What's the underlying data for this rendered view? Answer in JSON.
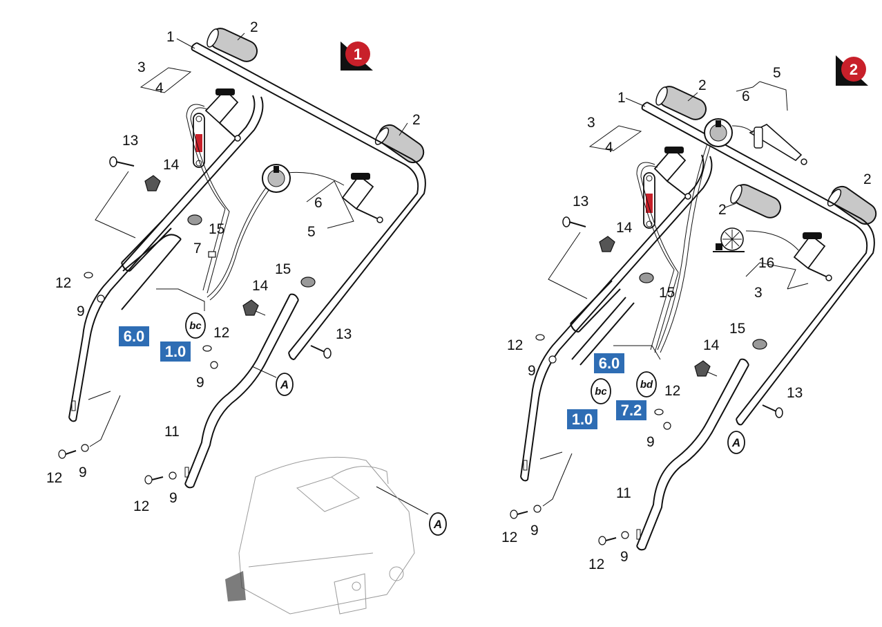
{
  "colors": {
    "badge": "#c8202a",
    "box": "#2e6db4",
    "line": "#111111"
  },
  "figure1": {
    "badge": "1",
    "labels": {
      "part1": "1",
      "part2a": "2",
      "part2b": "2",
      "part3": "3",
      "part4": "4",
      "part5": "5",
      "part6": "6",
      "part7": "7",
      "part9a": "9",
      "part9b": "9",
      "part9c": "9",
      "part9d": "9",
      "part11": "11",
      "part12a": "12",
      "part12b": "12",
      "part12c": "12",
      "part12d": "12",
      "part13a": "13",
      "part13b": "13",
      "part14a": "14",
      "part14b": "14",
      "part15a": "15",
      "part15b": "15"
    },
    "boxes": {
      "ref_a": "6.0",
      "ref_b": "1.0"
    },
    "ovals": {
      "cable": "bc",
      "detail_a1": "A",
      "detail_a2": "A"
    }
  },
  "figure2": {
    "badge": "2",
    "labels": {
      "part1": "1",
      "part2a": "2",
      "part2b": "2",
      "part2c": "2",
      "part3a": "3",
      "part3b": "3",
      "part4": "4",
      "part5": "5",
      "part6": "6",
      "part9a": "9",
      "part9b": "9",
      "part9c": "9",
      "part9d": "9",
      "part11": "11",
      "part12a": "12",
      "part12b": "12",
      "part12c": "12",
      "part12d": "12",
      "part13a": "13",
      "part13b": "13",
      "part14a": "14",
      "part14b": "14",
      "part15a": "15",
      "part15b": "15",
      "part16": "16"
    },
    "boxes": {
      "ref_a": "6.0",
      "ref_b": "1.0",
      "ref_c": "7.2"
    },
    "ovals": {
      "cable_bc": "bc",
      "cable_bd": "bd",
      "detail_a": "A"
    }
  }
}
